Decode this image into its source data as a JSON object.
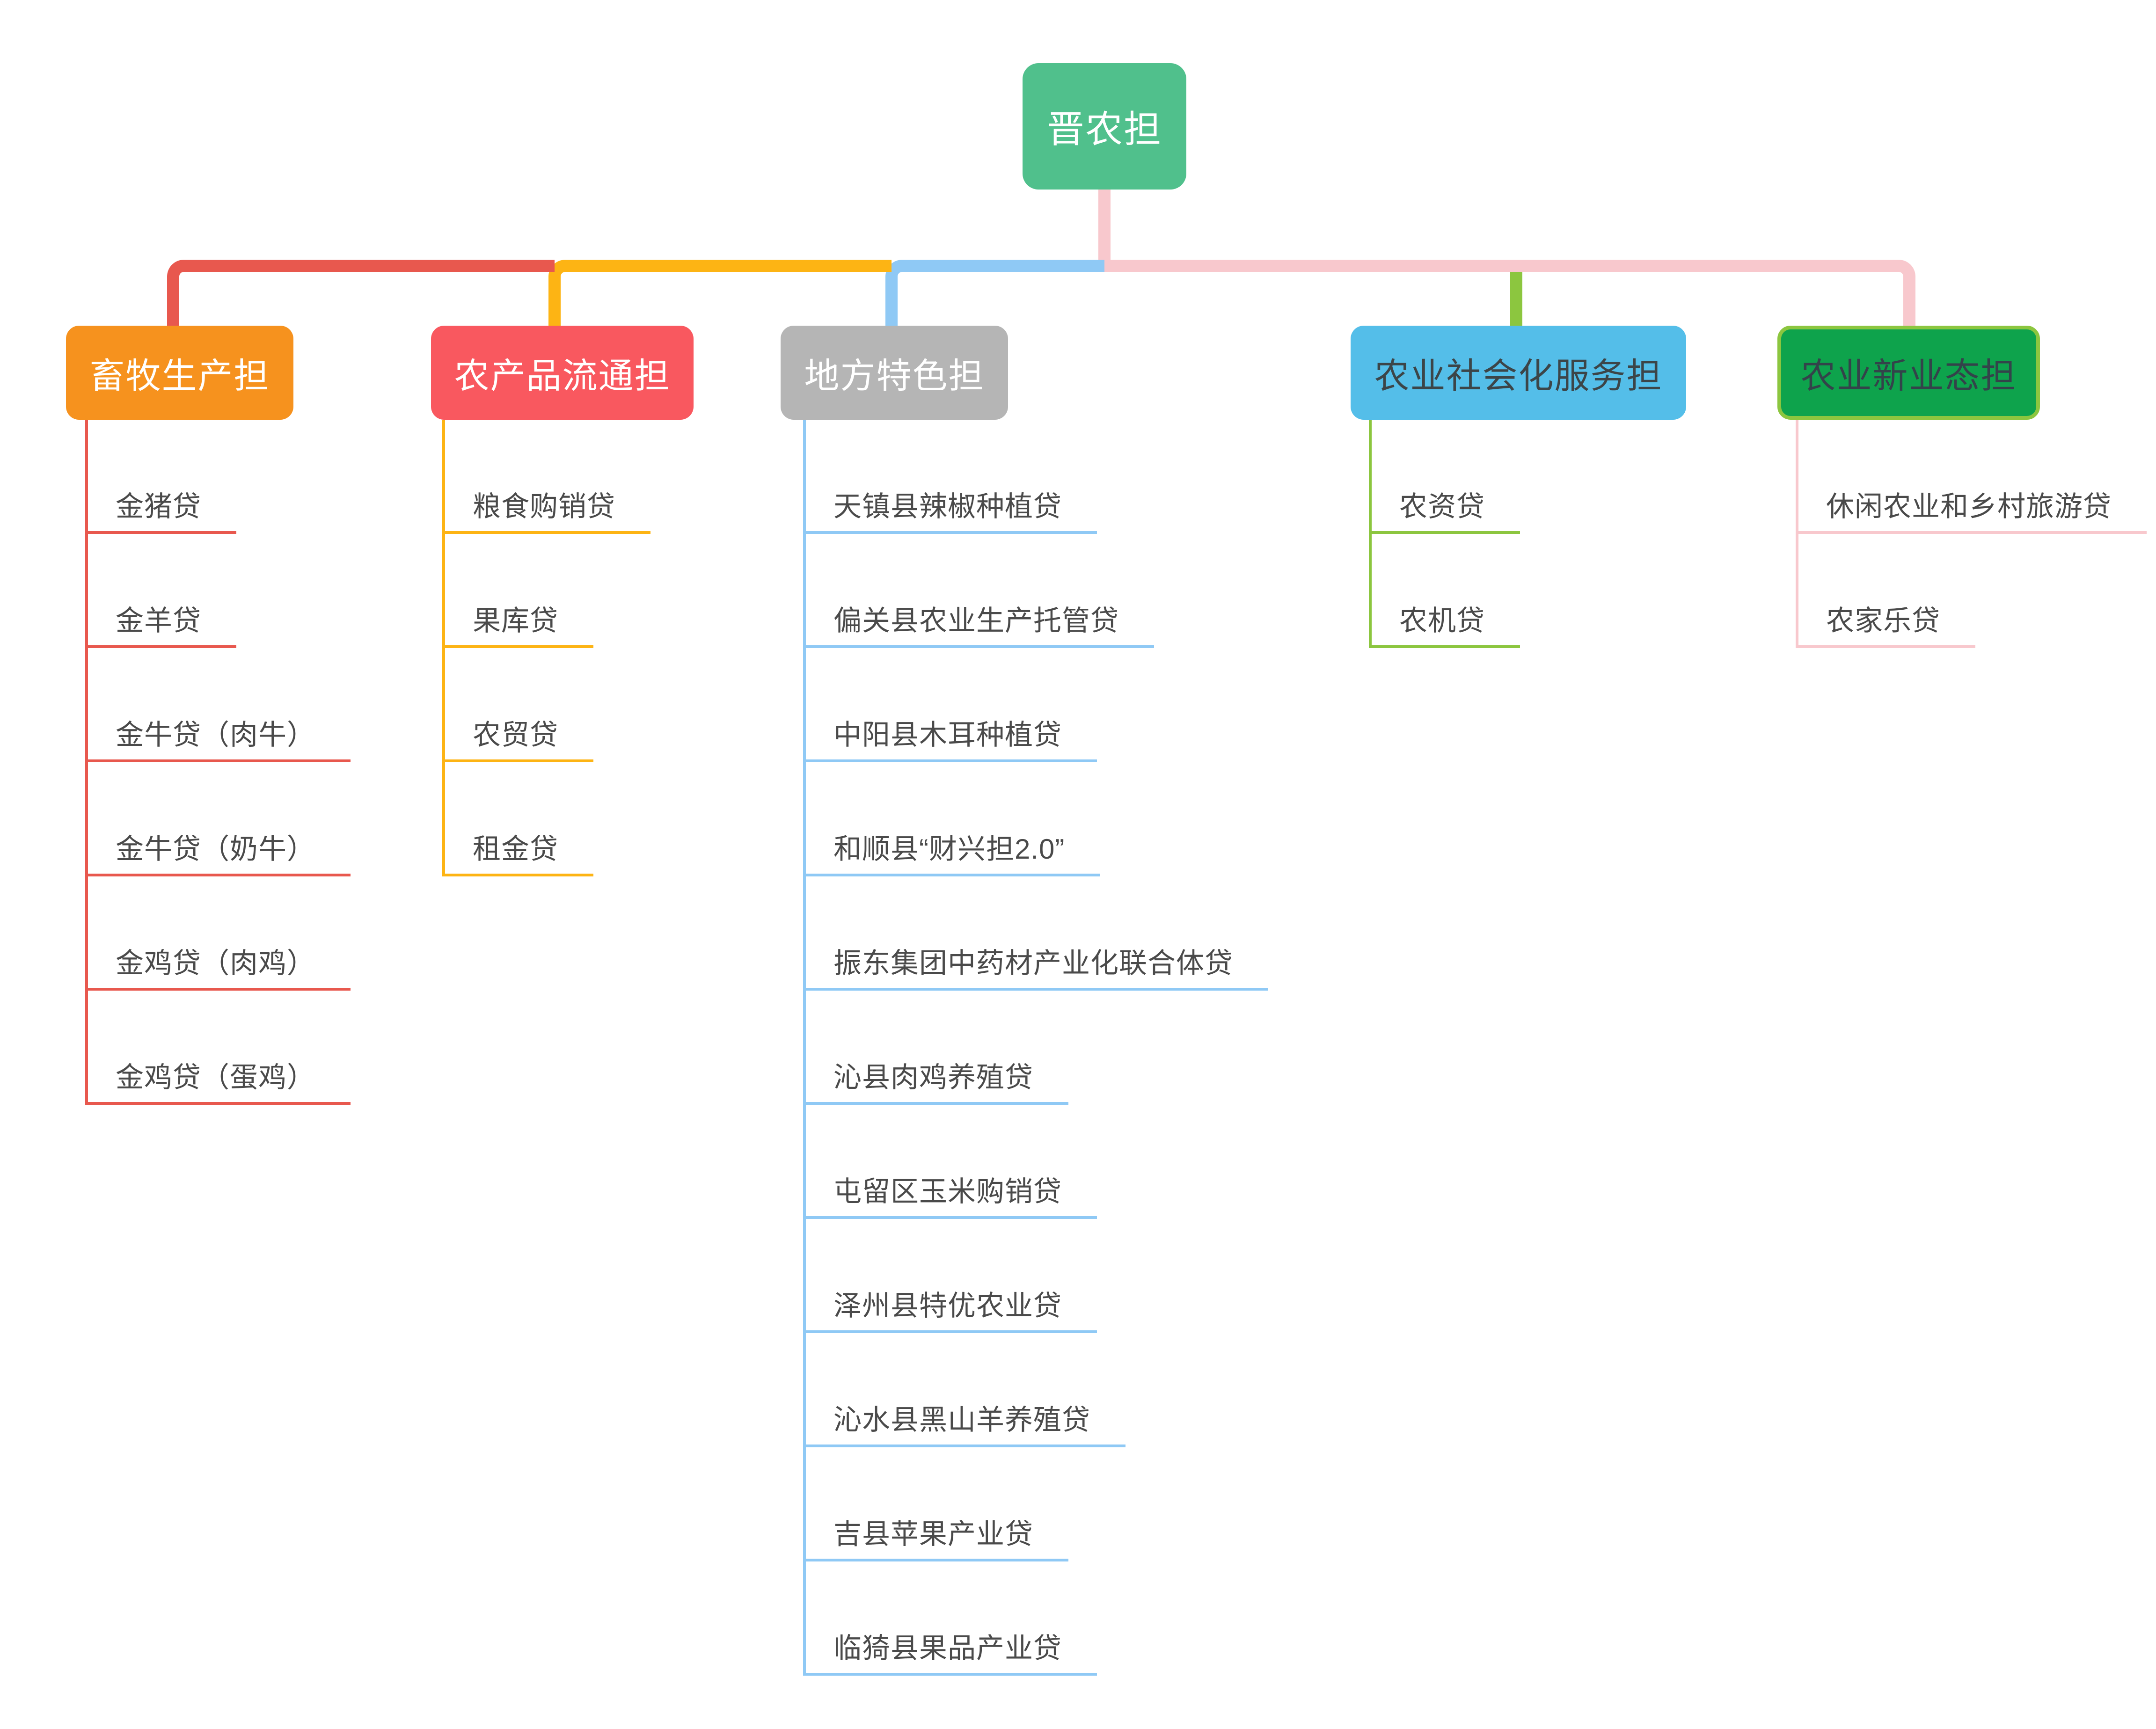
{
  "root": {
    "label": "晋农担"
  },
  "palette": {
    "canvas_bg": "#FFFFFF",
    "root_bg": "#50C08C",
    "root_text": "#FFFFFF",
    "leaf_text": "#4A4A4A"
  },
  "branches": [
    {
      "label": "畜牧生产担",
      "box_color": "#F6921E",
      "box_text_color": "#FFFFFF",
      "line_color": "#E8584E",
      "children": [
        "金猪贷",
        "金羊贷",
        "金牛贷（肉牛）",
        "金牛贷（奶牛）",
        "金鸡贷（肉鸡）",
        "金鸡贷（蛋鸡）"
      ]
    },
    {
      "label": "农产品流通担",
      "box_color": "#F9585F",
      "box_text_color": "#FFFFFF",
      "line_color": "#FDB414",
      "children": [
        "粮食购销贷",
        "果库贷",
        "农贸贷",
        "租金贷"
      ]
    },
    {
      "label": "地方特色担",
      "box_color": "#B5B5B5",
      "box_text_color": "#FFFFFF",
      "line_color": "#8FC9F5",
      "children": [
        "天镇县辣椒种植贷",
        "偏关县农业生产托管贷",
        "中阳县木耳种植贷",
        "和顺县“财兴担2.0”",
        "振东集团中药材产业化联合体贷",
        "沁县肉鸡养殖贷",
        "屯留区玉米购销贷",
        "泽州县特优农业贷",
        "沁水县黑山羊养殖贷",
        "吉县苹果产业贷",
        "临猗县果品产业贷"
      ]
    },
    {
      "label": "农业社会化服务担",
      "box_color": "#54BEE9",
      "box_text_color": "#3C4548",
      "line_color": "#8CC63F",
      "children": [
        "农资贷",
        "农机贷"
      ]
    },
    {
      "label": "农业新业态担",
      "box_color": "#0EA34C",
      "box_border_color": "#8CC63F",
      "box_text_color": "#33434A",
      "line_color": "#F8C8CD",
      "children": [
        "休闲农业和乡村旅游贷",
        "农家乐贷"
      ]
    }
  ]
}
